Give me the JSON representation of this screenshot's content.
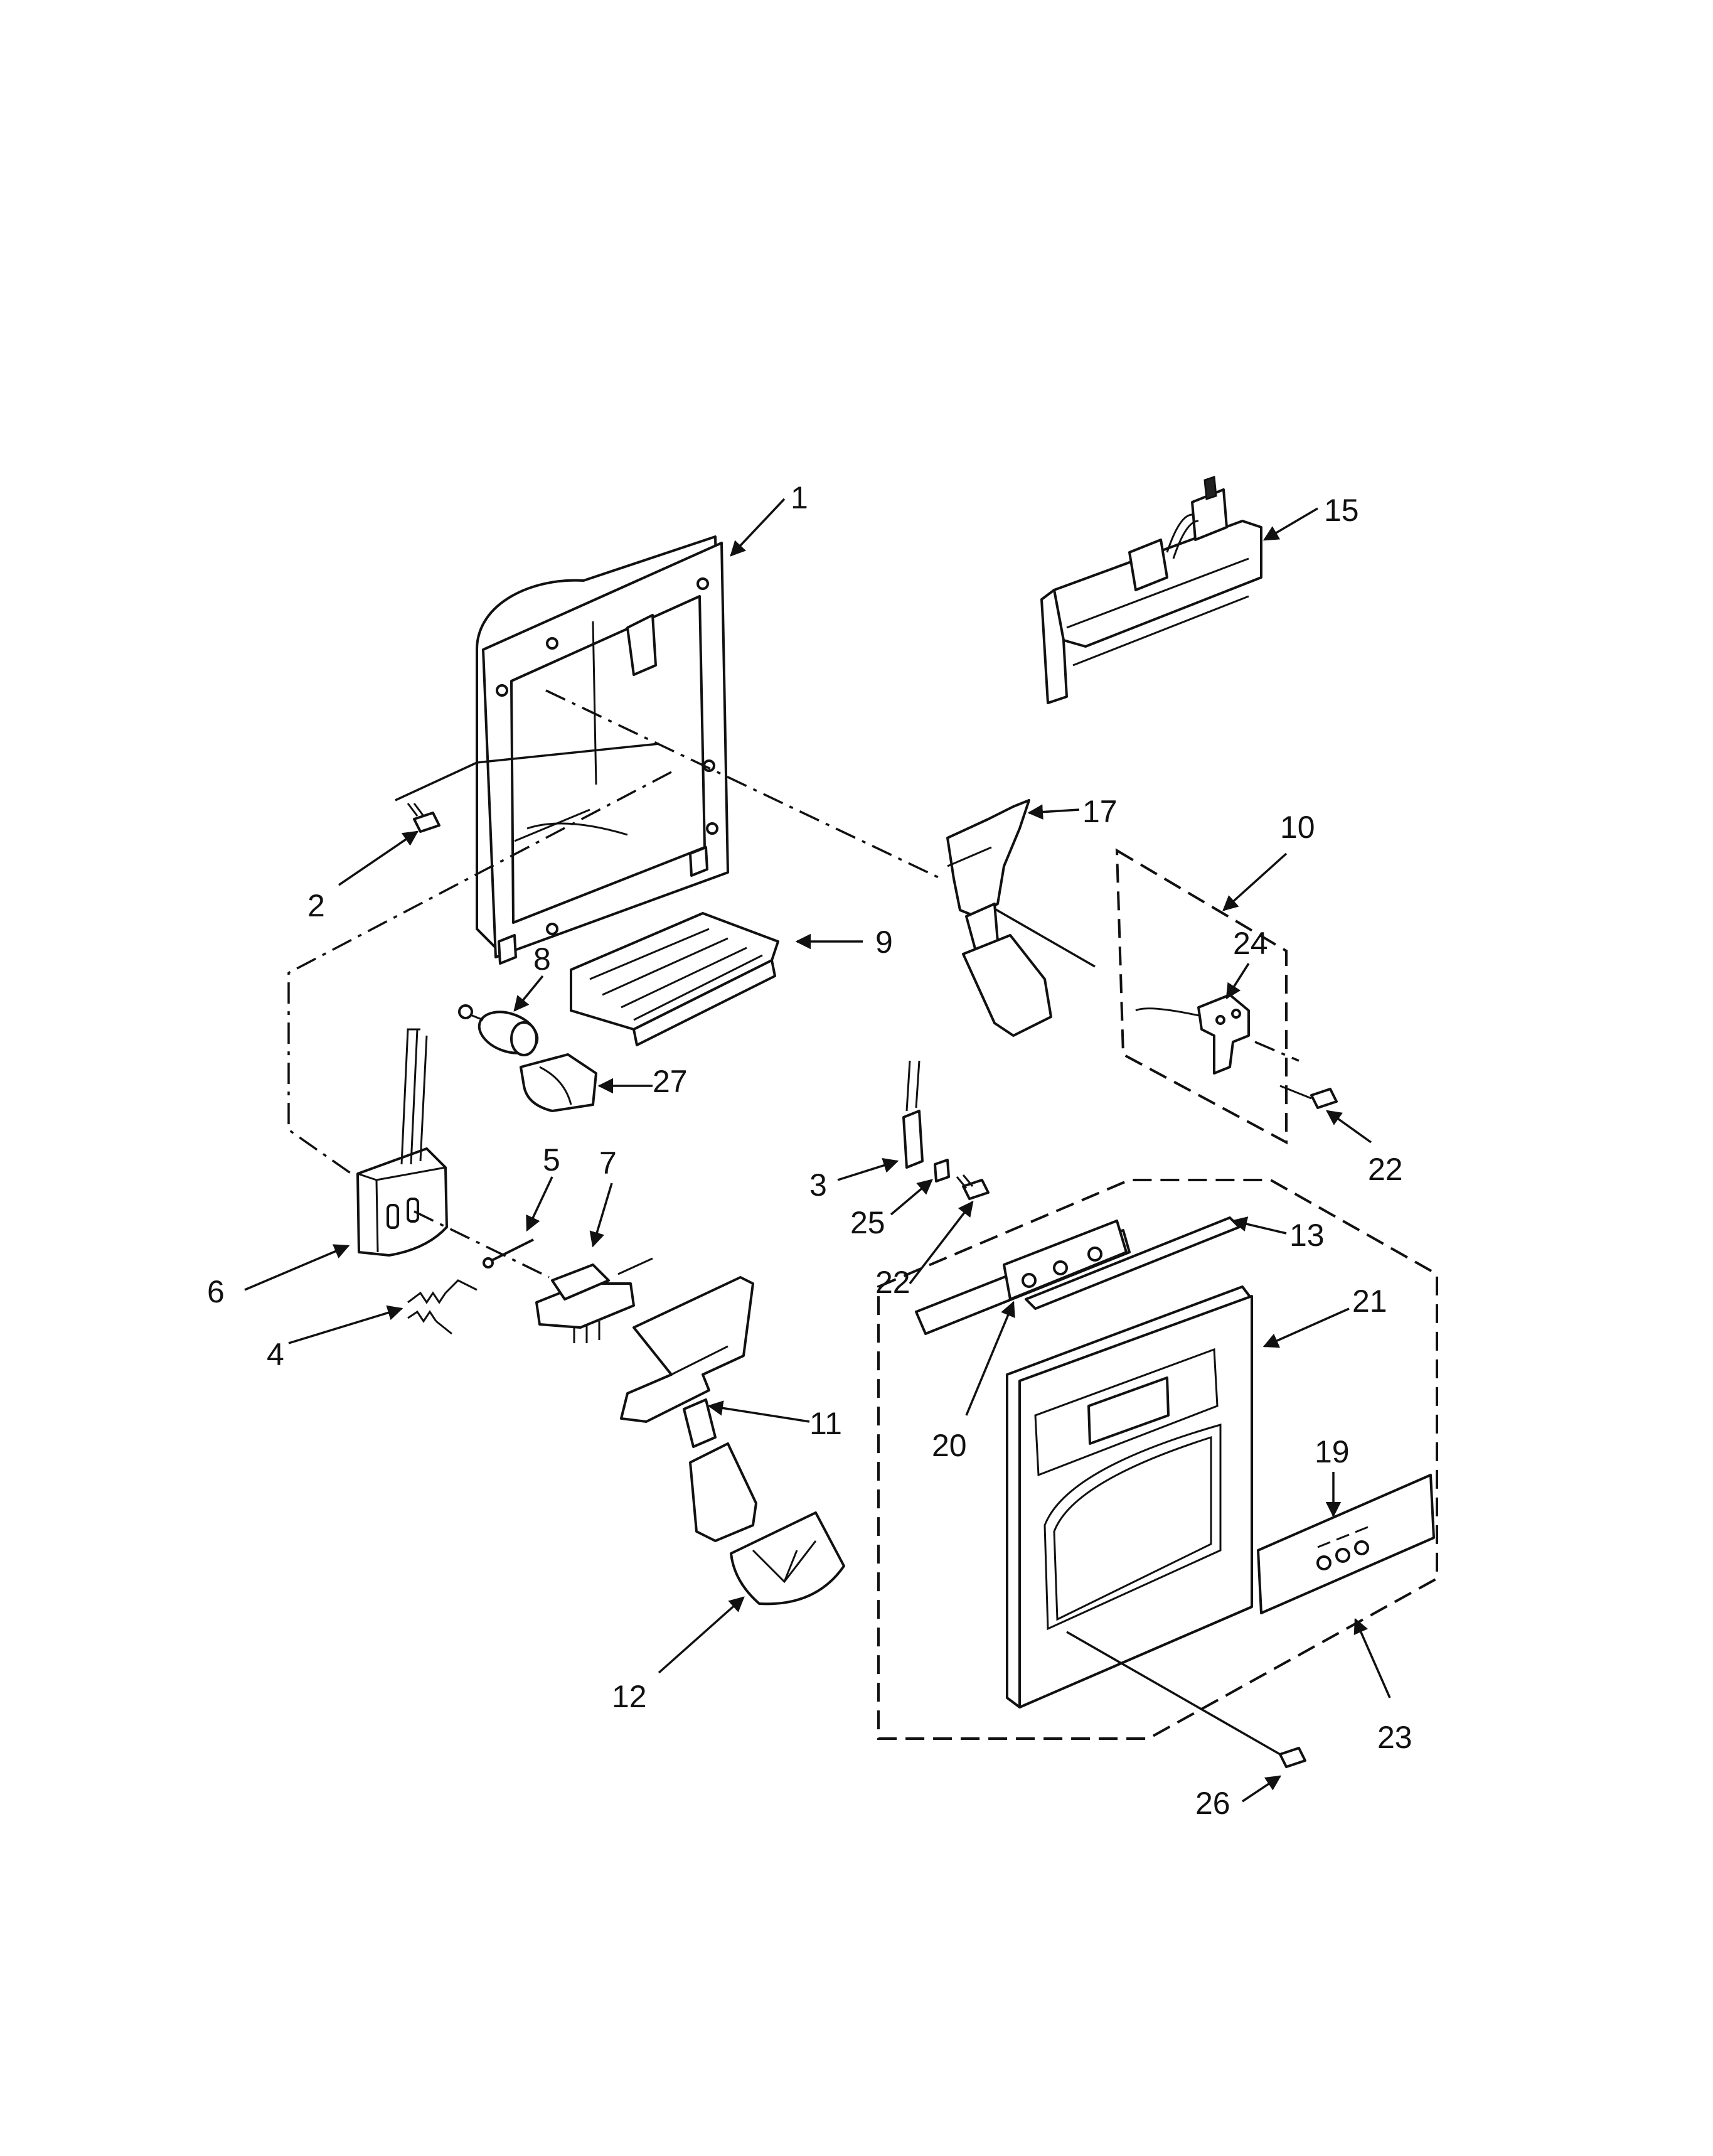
{
  "callouts": {
    "c1": "1",
    "c2": "2",
    "c3": "3",
    "c4": "4",
    "c5": "5",
    "c6": "6",
    "c7": "7",
    "c8": "8",
    "c9": "9",
    "c10": "10",
    "c11": "11",
    "c12": "12",
    "c13": "13",
    "c15": "15",
    "c17": "17",
    "c19": "19",
    "c20": "20",
    "c21": "21",
    "c22a": "22",
    "c22b": "22",
    "c23": "23",
    "c24": "24",
    "c25": "25",
    "c26": "26",
    "c27": "27"
  }
}
